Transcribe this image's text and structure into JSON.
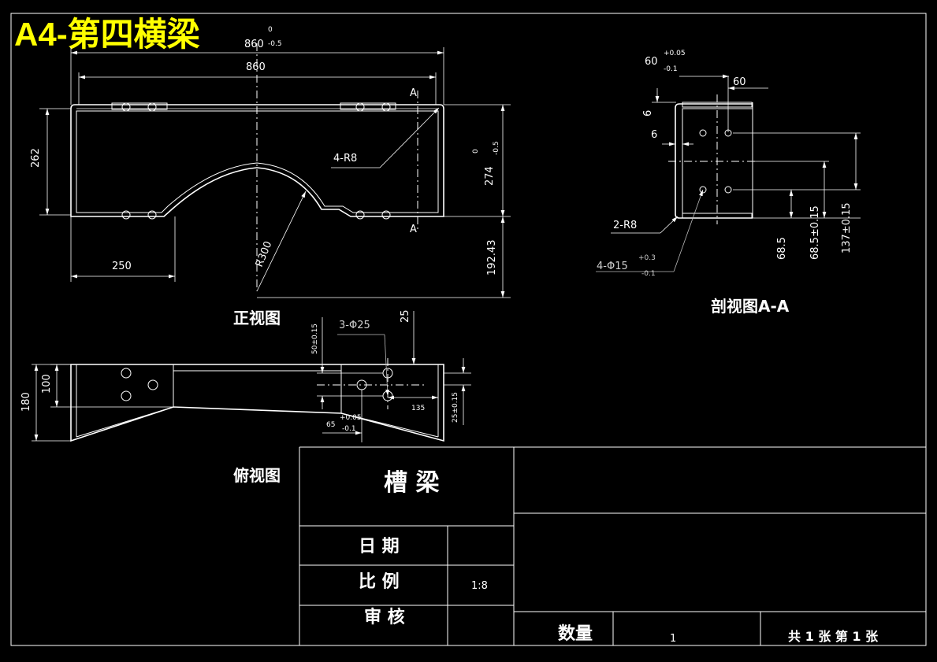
{
  "sheet": {
    "title": "A4-第四横梁",
    "title_tol_upper": "0",
    "title_tol_lower": "-0.5"
  },
  "front_view": {
    "label": "正视图",
    "dim_overall": "860",
    "dim_inner": "860",
    "dim_height_left": "262",
    "dim_height_right": "274",
    "dim_height_right_tol_upper": "0",
    "dim_height_right_tol_lower": "-0.5",
    "dim_corner_radius": "4-R8",
    "dim_arc_radius": "R300",
    "dim_left_offset": "250",
    "dim_bottom_height": "192.43",
    "section_mark_top": "A",
    "section_mark_bottom": "A"
  },
  "section_view": {
    "label": "剖视图A-A",
    "dim_top": "60",
    "dim_top_tol_upper": "+0.05",
    "dim_top_tol_lower": "-0.1",
    "dim_right": "60",
    "dim_thickness_v": "6",
    "dim_thickness_h": "6",
    "dim_corner_radius": "2-R8",
    "dim_holes": "4-Φ15",
    "dim_holes_tol_upper": "+0.3",
    "dim_holes_tol_lower": "-0.1",
    "dim_h1": "68.5",
    "dim_h2": "68.5±0.15",
    "dim_h3": "137±0.15"
  },
  "top_view": {
    "label": "俯视图",
    "dim_height_outer": "180",
    "dim_height_inner": "100",
    "dim_holes": "3-Φ25",
    "dim_hole_spacing_v": "50±0.15",
    "dim_top_offset": "25",
    "dim_right_offset": "135",
    "dim_side_offset": "25±0.15",
    "dim_left_offset": "65",
    "dim_left_offset_tol_upper": "+0.05",
    "dim_left_offset_tol_lower": "-0.1"
  },
  "title_block": {
    "part_name": "槽 梁",
    "date_label": "日 期",
    "scale_label": "比 例",
    "scale_value": "1:8",
    "review_label": "审 核",
    "quantity_label": "数量",
    "quantity_value": "1",
    "sheet_info": "共 1 张 第 1 张"
  },
  "colors": {
    "background": "#000000",
    "line": "#ffffff",
    "title": "#ffff00"
  }
}
